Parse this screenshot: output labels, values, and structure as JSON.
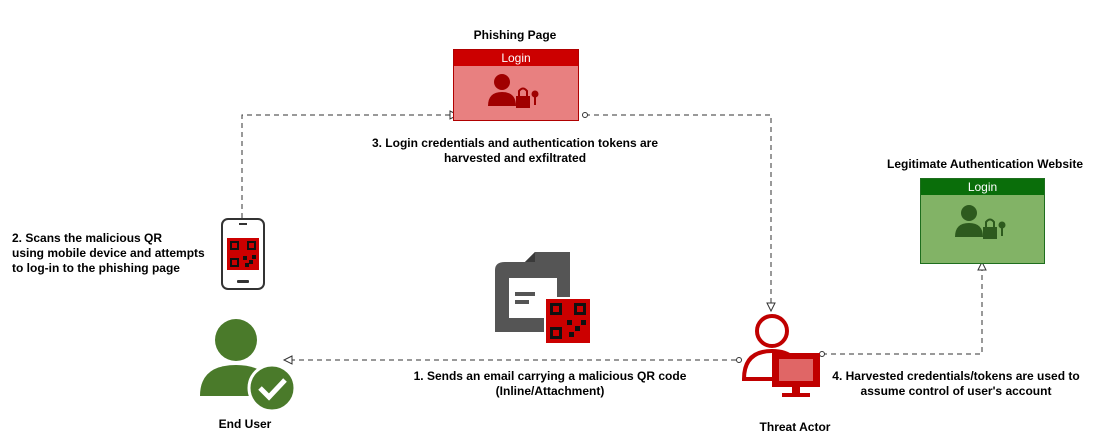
{
  "phishing_page": {
    "title": "Phishing Page",
    "window_label": "Login",
    "color": "#e07a7a",
    "bar_color": "#cc0000"
  },
  "legit_site": {
    "title": "Legitimate Authentication Website",
    "window_label": "Login",
    "color": "#82b366",
    "bar_color": "#0a6e0a"
  },
  "steps": {
    "step1_line1": "1. Sends an email carrying a malicious QR code",
    "step1_line2": "(Inline/Attachment)",
    "step2_line1": "2. Scans the malicious QR",
    "step2_line2": "using mobile device and attempts",
    "step2_line3": "to log-in to the phishing page",
    "step3_line1": "3. Login credentials and authentication tokens are",
    "step3_line2": "harvested and exfiltrated",
    "step4_line1": "4. Harvested credentials/tokens are used to",
    "step4_line2": "assume control of user's account"
  },
  "actors": {
    "end_user": "End User",
    "threat_actor": "Threat Actor"
  },
  "icons": {
    "phone": "mobile-phone-icon",
    "qr": "qr-code-icon",
    "email": "email-icon",
    "user": "user-check-icon",
    "attacker": "hacker-computer-icon"
  }
}
